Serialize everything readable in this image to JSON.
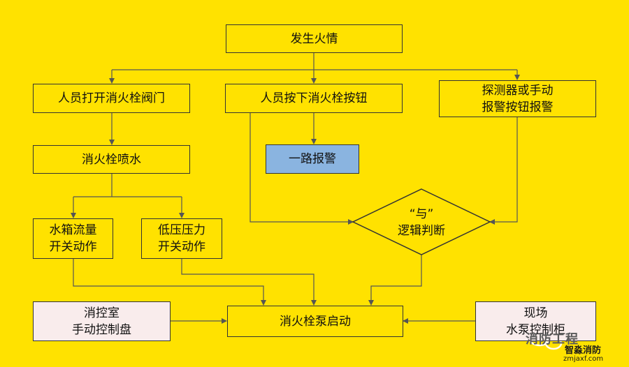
{
  "colors": {
    "background": "#ffe200",
    "box_fill": "#ffe200",
    "box_border": "#333333",
    "alarm_box": "#8ab4e0",
    "manual_box": "#f9ecec",
    "line": "#555555"
  },
  "nodes": {
    "fire_occurs": "发生火情",
    "open_hydrant_valve": "人员打开消火栓阀门",
    "press_hydrant_button": "人员按下消火栓按钮",
    "detector_alarm": [
      "探测器或手动",
      "报警按钮报警"
    ],
    "hydrant_spray": "消火栓喷水",
    "alarm_line": "一路报警",
    "and_logic": [
      "“与”",
      "逻辑判断"
    ],
    "tank_flow_switch": [
      "水箱流量",
      "开关动作"
    ],
    "low_pressure_switch": [
      "低压压力",
      "开关动作"
    ],
    "control_room_panel": [
      "消控室",
      "手动控制盘"
    ],
    "hydrant_pump_start": "消火栓泵启动",
    "onsite_pump_cabinet": [
      "现场",
      "水泵控制柜"
    ]
  },
  "watermark": {
    "text": "消防工程",
    "brand": "智淼消防",
    "url": "zmjaxf.com"
  }
}
